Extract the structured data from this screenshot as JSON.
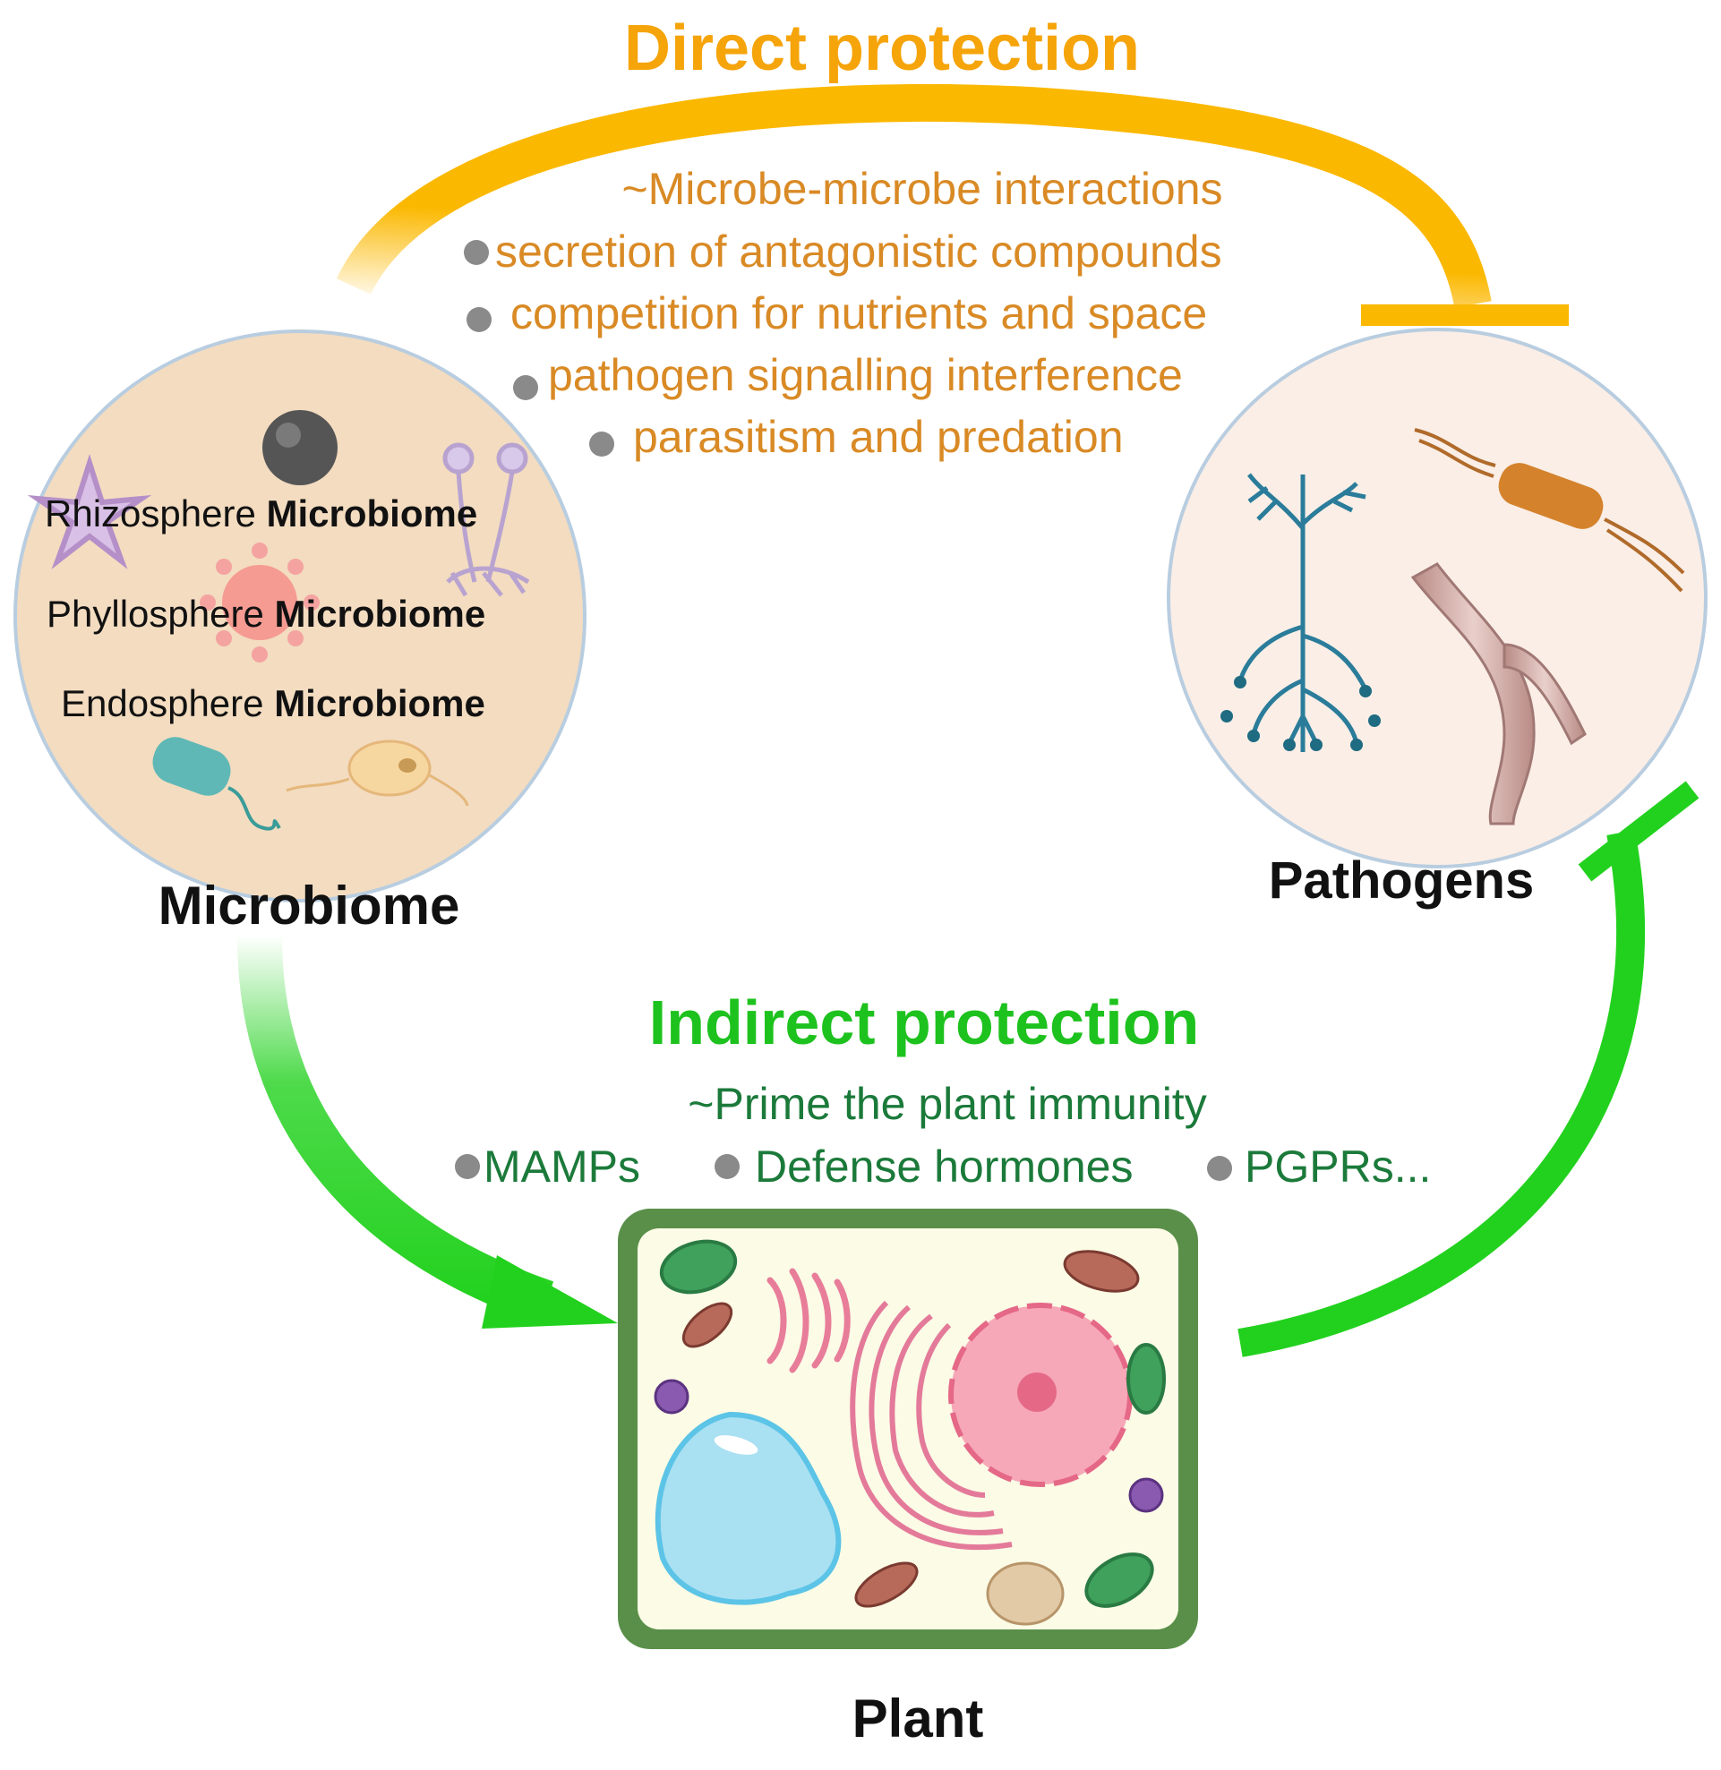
{
  "colors": {
    "direct": "#f5a40a",
    "direct_arrow": "#fbb800",
    "direct_text": "#d98a25",
    "indirect": "#1ec21e",
    "indirect_arrow": "#22d11e",
    "indirect_text": "#1b7a3a",
    "bullet": "#8a8a8a",
    "microbiome_fill": "#f3dcc0",
    "pathogen_fill": "#faeee6",
    "cell_wall": "#5a8f4a",
    "cytoplasm": "#fbfbe6"
  },
  "direct": {
    "title": "Direct protection",
    "subtitle": "~Microbe-microbe interactions",
    "items": [
      "secretion of antagonistic compounds",
      "competition for nutrients and space",
      "pathogen signalling interference",
      "parasitism and predation"
    ]
  },
  "indirect": {
    "title": "Indirect protection",
    "subtitle": "~Prime the plant immunity",
    "items": [
      "MAMPs",
      "Defense hormones",
      "PGPRs..."
    ]
  },
  "microbiome": {
    "label": "Microbiome",
    "rows": [
      {
        "prefix": "Rhizosphere",
        "bold": "Microbiome"
      },
      {
        "prefix": "Phyllosphere",
        "bold": "Microbiome"
      },
      {
        "prefix": "Endosphere",
        "bold": "Microbiome"
      }
    ]
  },
  "pathogens": {
    "label": "Pathogens"
  },
  "plant": {
    "label": "Plant"
  }
}
